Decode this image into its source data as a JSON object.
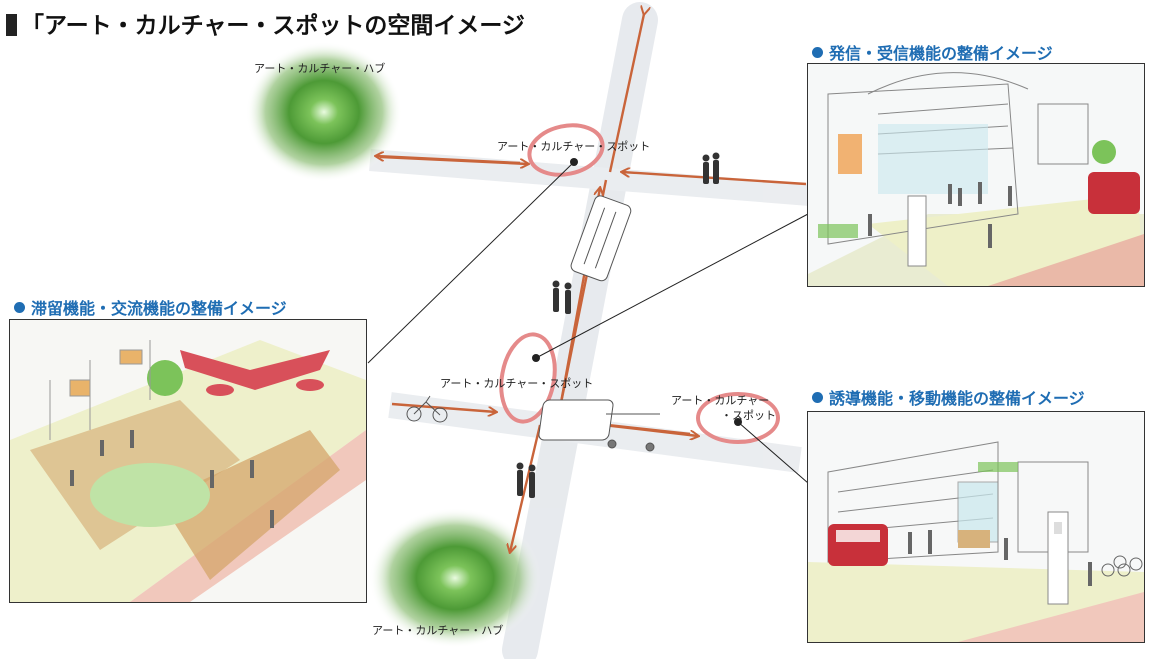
{
  "title": "「アート・カルチャー・スポットの空間イメージ",
  "captions": {
    "top_right": "発信・受信機能の整備イメージ",
    "left": "滞留機能・交流機能の整備イメージ",
    "bottom_right": "誘導機能・移動機能の整備イメージ"
  },
  "labels": {
    "hub_top": "アート・カルチャー・ハブ",
    "hub_bottom": "アート・カルチャー・ハブ",
    "spot_top": "アート・カルチャー・スポット",
    "spot_center": "アート・カルチャー・スポット",
    "spot_right_line1": "アート・カルチャー",
    "spot_right_line2": "・スポット"
  },
  "colors": {
    "arrow": "#c9643a",
    "ring": "#e58a8a",
    "hub_glow": "#4fa63a",
    "caption": "#1f6db3",
    "bus": "#c8303a",
    "awning": "#d8505a"
  }
}
